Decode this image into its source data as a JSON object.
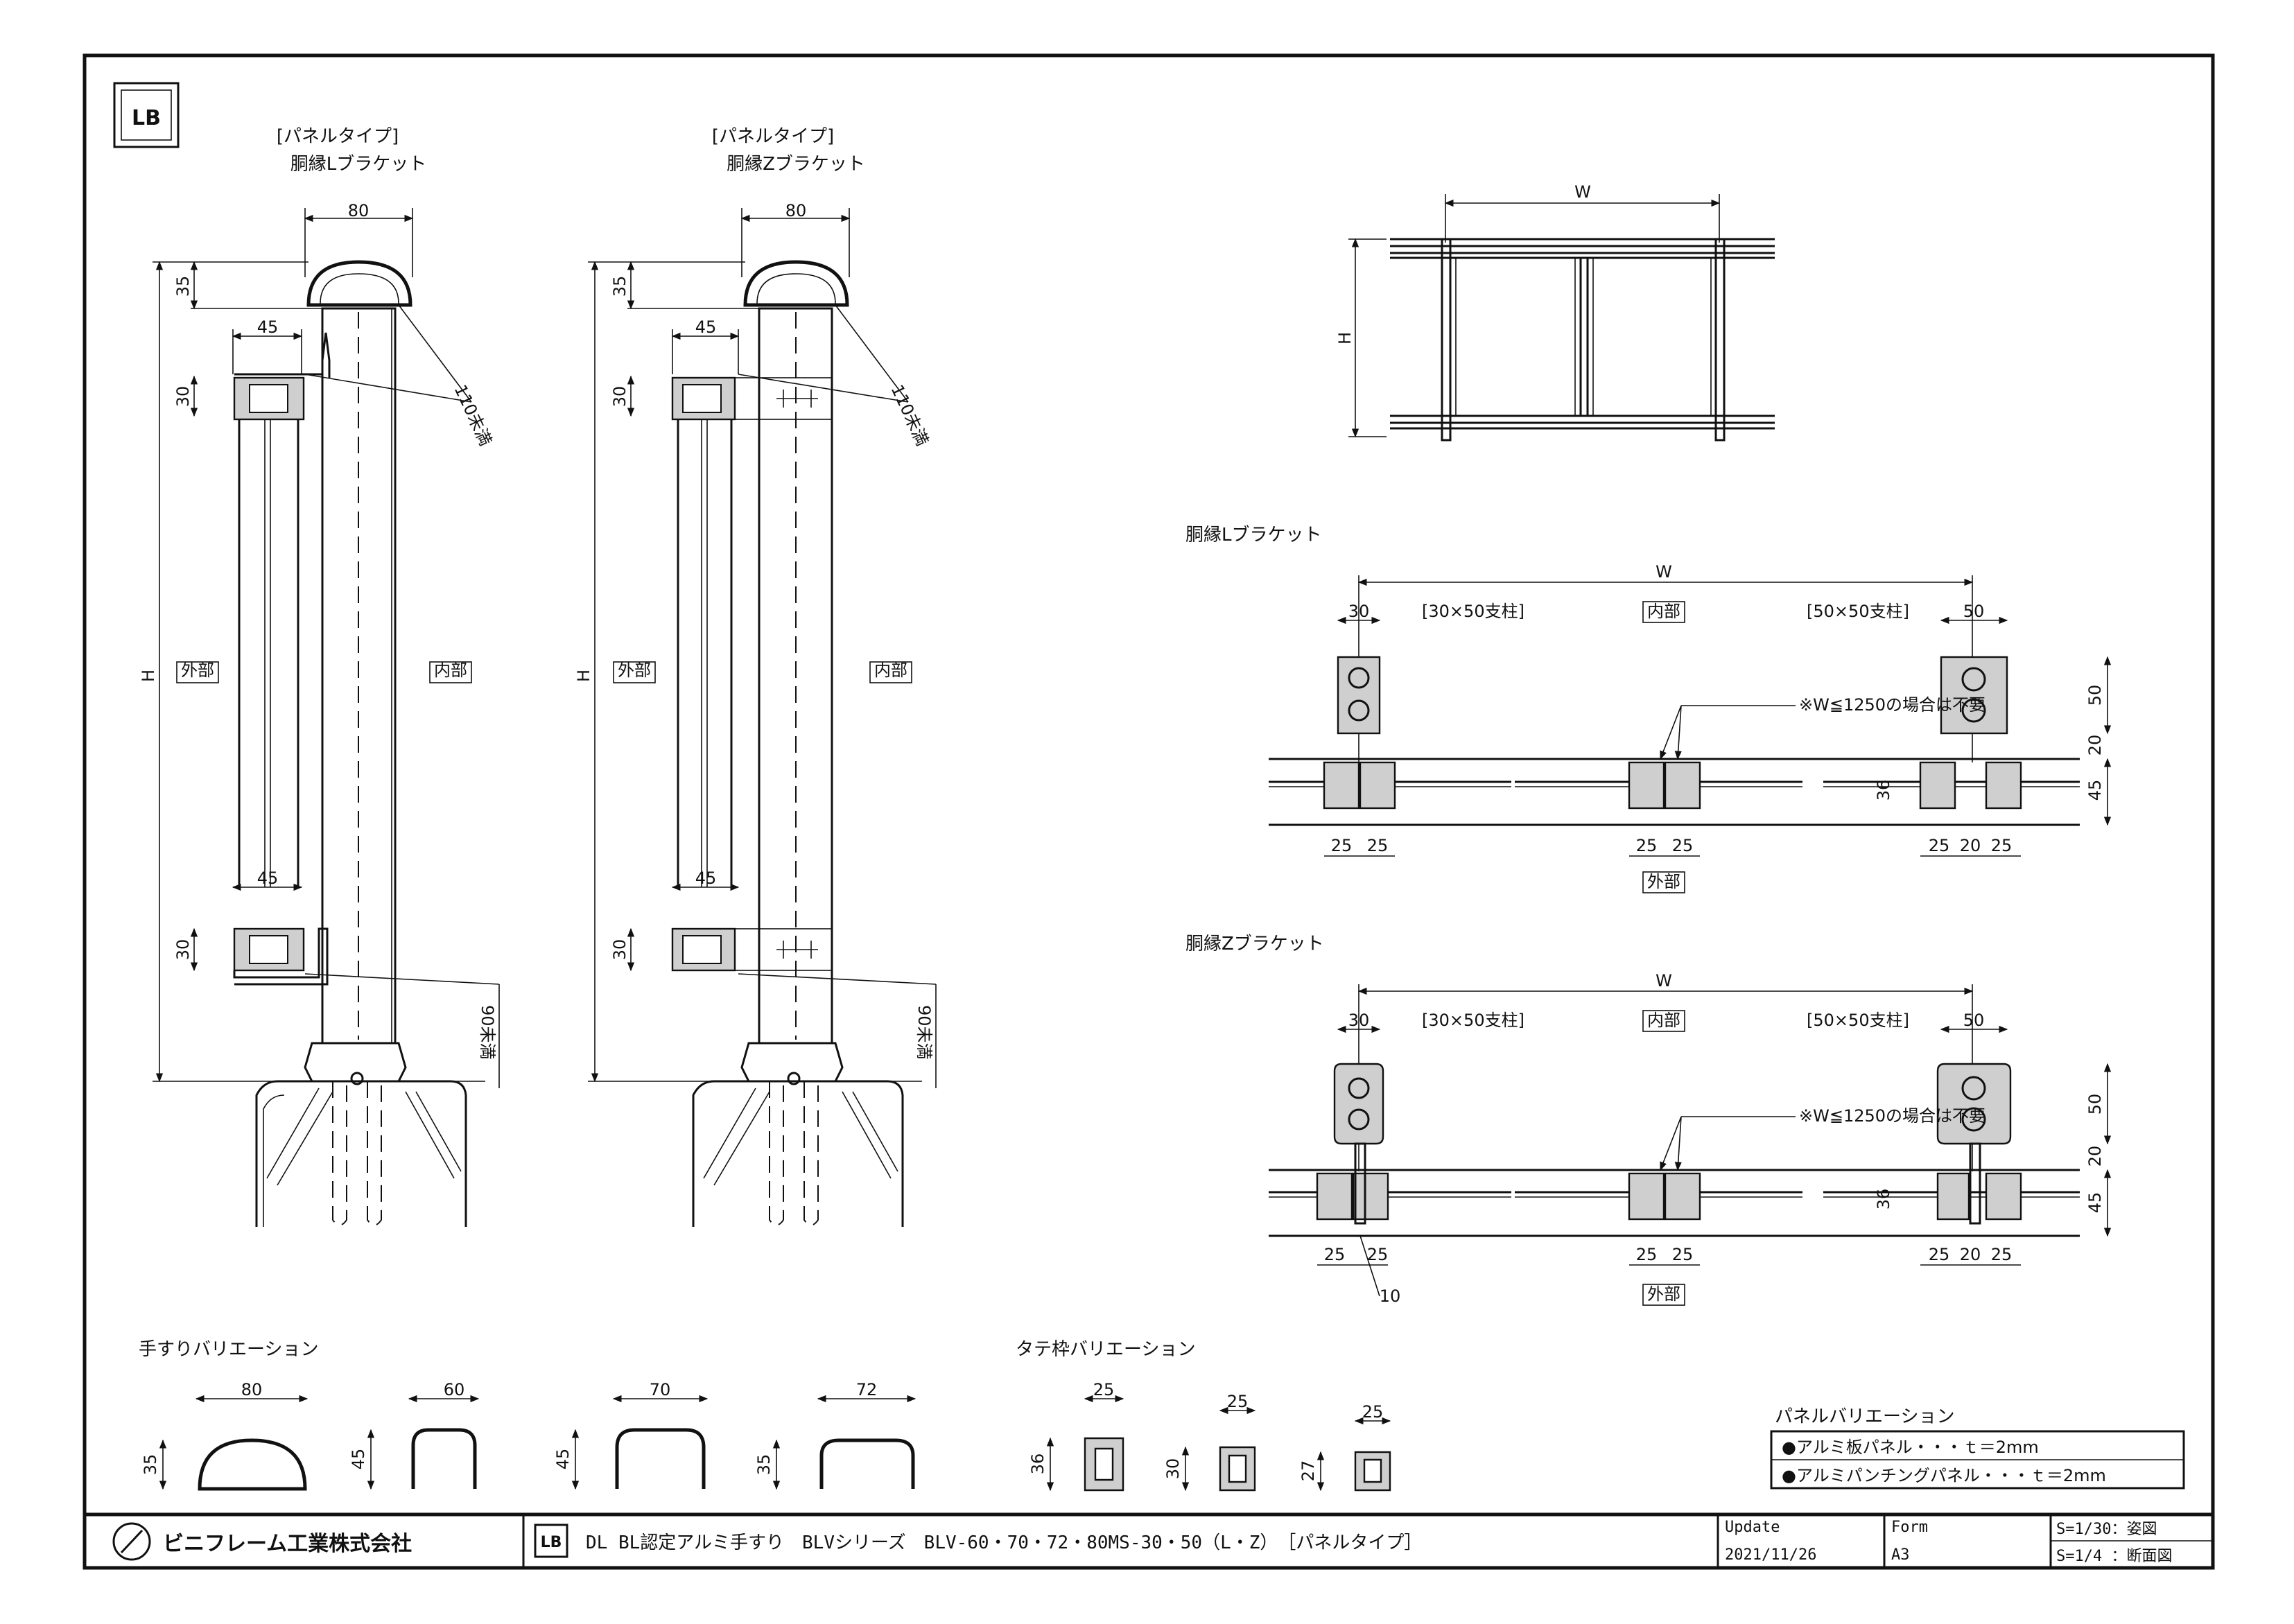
{
  "logo_text": "LB",
  "front_views": [
    {
      "type": "[パネルタイプ]",
      "name": "胴縁Lブラケット"
    },
    {
      "type": "[パネルタイプ]",
      "name": "胴縁Zブラケット"
    }
  ],
  "front_dims": {
    "rail_width": "80",
    "rail_height": "35",
    "bracket_width": "45",
    "frame_height": "30",
    "overall": "H",
    "gap_top": "110未満",
    "gap_bottom": "90未満",
    "outside": "外部",
    "inside": "内部"
  },
  "elevation": {
    "width": "W",
    "height": "H"
  },
  "plan_views": [
    {
      "title": "胴縁Lブラケット"
    },
    {
      "title": "胴縁Zブラケット"
    }
  ],
  "plan_labels": {
    "width": "W",
    "post_small": "[30×50支柱]",
    "post_large": "[50×50支柱]",
    "inside": "内部",
    "outside": "外部",
    "note": "※W≦1250の場合は不要",
    "post_small_width": "30",
    "post_large_width": "50",
    "post_depth": "50",
    "gap": "20",
    "rail_depth": "45",
    "frame_depth": "36",
    "module": "25",
    "z_offset": "10"
  },
  "handrail_variation": {
    "title": "手すりバリエーション",
    "items": [
      {
        "width": "80",
        "height": "35"
      },
      {
        "width": "60",
        "height": "45"
      },
      {
        "width": "70",
        "height": "45"
      },
      {
        "width": "72",
        "height": "35"
      }
    ]
  },
  "frame_variation": {
    "title": "タテ枠バリエーション",
    "items": [
      {
        "width": "25",
        "height": "36"
      },
      {
        "width": "25",
        "height": "30"
      },
      {
        "width": "25",
        "height": "27"
      }
    ]
  },
  "panel_variation": {
    "title": "パネルバリエーション",
    "items": [
      "●アルミ板パネル・・・ｔ＝2mm",
      "●アルミパンチングパネル・・・ｔ＝2mm"
    ]
  },
  "title_block": {
    "company": "ビニフレーム工業株式会社",
    "drawing_title": "DL BL認定アルミ手すり　BLVシリーズ　BLV-60・70・72・80MS-30・50（L・Z）　［パネルタイプ］",
    "update_label": "Update",
    "update_value": "2021/11/26",
    "form_label": "Form",
    "form_value": "A3",
    "scale1": "S=1/30：姿図",
    "scale2": "S=1/4 ：断面図"
  }
}
